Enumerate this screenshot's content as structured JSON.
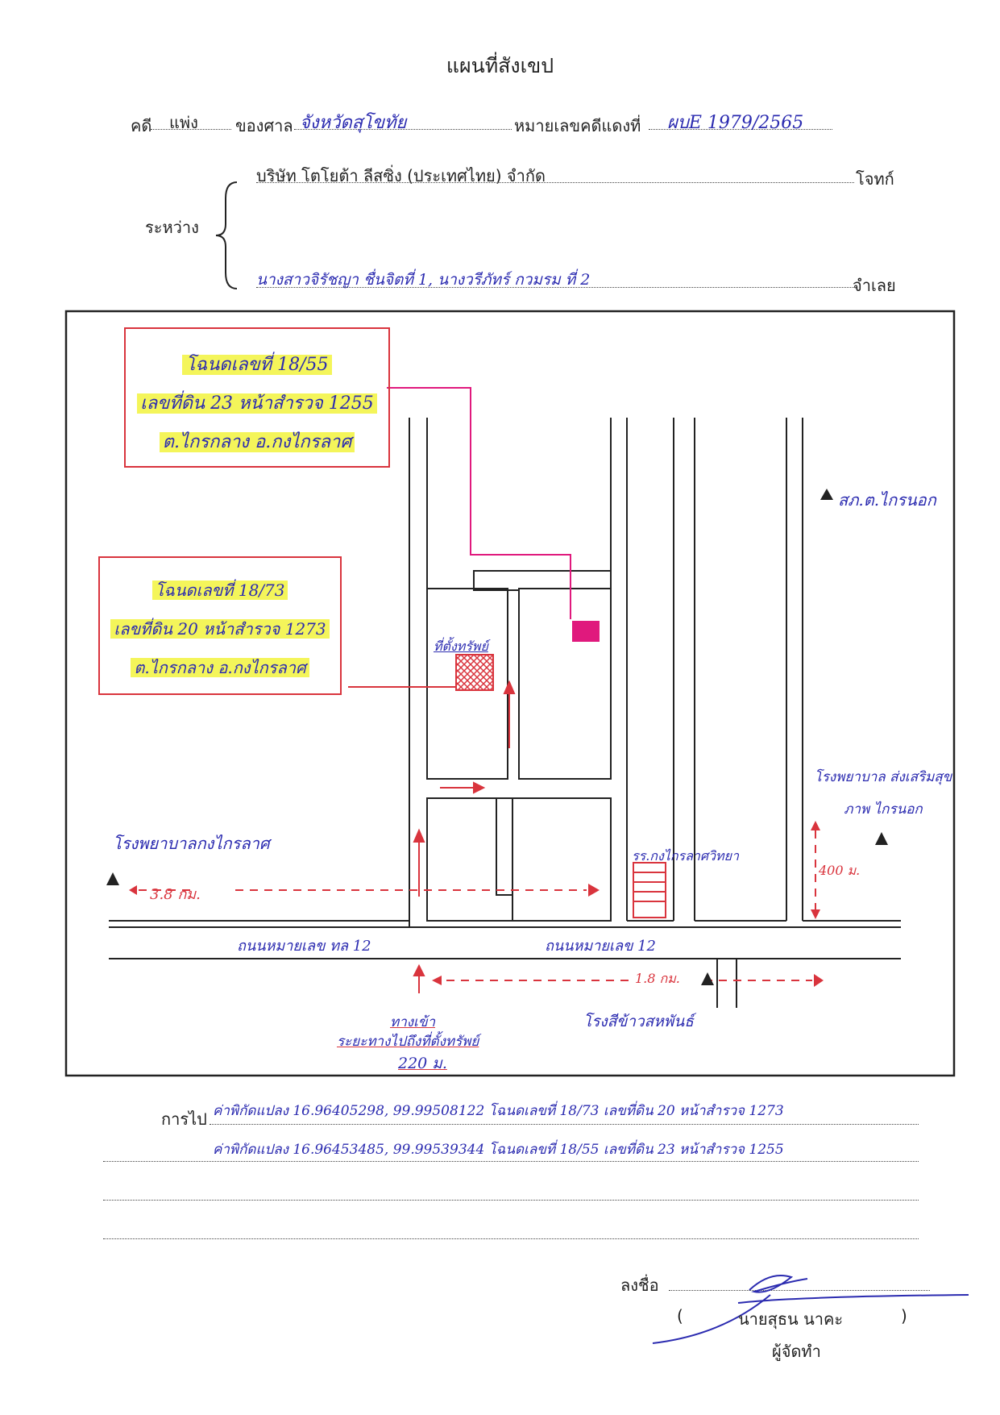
{
  "header": {
    "title": "แผนที่สังเขป"
  },
  "case": {
    "case_label": "คดี",
    "case_type": "แพ่ง",
    "court_label": "ของศาล",
    "court_name": "จังหวัดสุโขทัย",
    "red_no_label": "หมายเลขคดีแดงที่",
    "red_no": "ผบE 1979/2565"
  },
  "parties": {
    "between_label": "ระหว่าง",
    "plaintiff": "บริษัท โตโยต้า ลีสซิ่ง (ประเทศไทย) จำกัด",
    "plaintiff_role": "โจทก์",
    "defendant": "นางสาวจิรัชญา ชื่นจิตที่ 1, นางวรีภัทร์ กวมรม ที่ 2",
    "defendant_role": "จำเลย"
  },
  "map": {
    "box1": [
      "โฉนดเลขที่ 18/55",
      "เลขที่ดิน 23 หน้าสำรวจ 1255",
      "ต.ไกรกลาง อ.กงไกรลาศ"
    ],
    "box2": [
      "โฉนดเลขที่ 18/73",
      "เลขที่ดิน 20 หน้าสำรวจ 1273",
      "ต.ไกรกลาง อ.กงไกรลาศ"
    ],
    "property_label": "ที่ตั้งทรัพย์",
    "police_station": "สภ.ต.ไกรนอก",
    "hospital_right": "โรงพยาบาล ส่งเสริมสุขภาพ ไกรนอก",
    "hospital_left": "โรงพยาบาลกงไกรลาศ",
    "distance_left": "3.8 กม.",
    "school": "รร.กงไกรลาศวิทยา",
    "distance_right_vertical": "400 ม.",
    "road_left": "ถนนหมายเลข ทล 12",
    "road_right": "ถนนหมายเลข 12",
    "distance_bottom": "1.8 กม.",
    "mill": "โรงสีข้าวสหพันธ์",
    "entrance_line1": "ทางเข้า",
    "entrance_line2": "ระยะทางไปถึงที่ตั้งทรัพย์",
    "entrance_distance": "220 ม."
  },
  "directions": {
    "label": "การไป",
    "line1": "ค่าพิกัดแปลง 16.96405298, 99.99508122 โฉนดเลขที่ 18/73 เลขที่ดิน 20 หน้าสำรวจ 1273",
    "line2": "ค่าพิกัดแปลง 16.96453485, 99.99539344 โฉนดเลขที่ 18/55 เลขที่ดิน 23 หน้าสำรวจ 1255"
  },
  "signature": {
    "sign_label": "ลงชื่อ",
    "name": "นายสุธน นาคะ",
    "role": "ผู้จัดทำ"
  },
  "colors": {
    "ink_blue": "#2b2bb0",
    "ink_red": "#d9343d",
    "magenta": "#e0197d",
    "highlight": "#f4f55a"
  }
}
